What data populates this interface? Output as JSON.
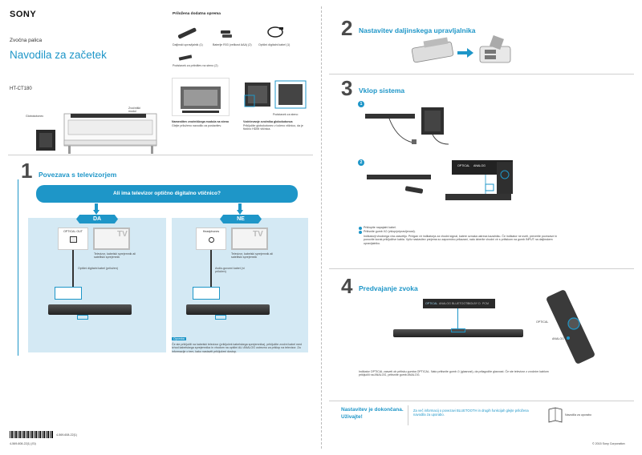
{
  "header": {
    "brand": "SONY",
    "category": "Zvočna palica",
    "title": "Navodila za začetek",
    "model": "HT-CT180"
  },
  "accessories": {
    "heading": "Priložena dodatna oprema",
    "items": [
      {
        "label": "Daljinski upravljalnik (1)",
        "icon": "remote-icon"
      },
      {
        "label": "Baterije R03 (velikost AAA) (2)",
        "icon": "batteries-icon"
      },
      {
        "label": "Optični digitalni kabel (1)",
        "icon": "optical-cable-icon"
      },
      {
        "label": "Podstavek za pritrditev na steno (2)",
        "icon": "wall-bracket-icon"
      }
    ]
  },
  "intro": {
    "subwoofer_label": "Globokotonec",
    "soundbar_label": "Zvočniški modul",
    "tv_text": "Namestitev zvočniškega modula na steno",
    "tv_text2": "Glejte priloženo navodilo za postavitev.",
    "sub_label": "Podstavek za steno",
    "sub_text": "Vzdrževanje zvočnika globokotonca",
    "sub_text2": "Priključite globokotonec v ločeno vtičnico, da je fizično HDMI vtičnica."
  },
  "step1": {
    "number": "1",
    "title": "Povezava s televizorjem",
    "question": "Ali ima televizor optično digitalno vtičnico?",
    "yes": "DA",
    "no": "NE",
    "yes_port": "OPTICAL OUT",
    "yes_tv": "TV",
    "yes_desc": "Televizor, kabelski sprejemnik ali satelitski sprejemnik",
    "yes_cable": "Optični digitalni kabel (priložen)",
    "no_port": "Headphones",
    "no_tv": "TV",
    "no_desc": "Televizor, kabelski sprejemnik ali satelitski sprejemnik",
    "no_cable": "Avdio-govorni kabel (ni priložen)",
    "note_title": "Opomba",
    "note_text": "Če ste priključili na kabelski televizor (priključek kabelskega sprejemnika), priključite zvočni kabel med izhod kabelskega sprejemnika in vhodom na optični ALI ANALOG ustrezno za priklop na televizor. Za informacije o tem, kako nastaviti priključeni dostop."
  },
  "step2": {
    "number": "2",
    "title": "Nastavitev daljinskega upravljalnika"
  },
  "step3": {
    "number": "3",
    "title": "Vklop sistema",
    "marker1": "1",
    "marker2": "2",
    "labels": [
      "OPTICAL",
      "ANALOG"
    ],
    "bullet1": "Priklopite napajalni kabel.",
    "bullet2": "Pritisnite gumb I/⏻ (vklop/pripravljenost).",
    "text": "Indikatorji vhodnega vira zasvetijo. Prižgan vir indikatorja za vhodni signal, katere oznaka ustreza kazalniku. Če indikator ne sveti, preverite povezave in ponovite korak priključitve kabla. Vpliv nastavitev prejema so zaporedno prikazani, nato izberite vhodni vir s pritiskom na gumb INPUT na daljinskem upravljalniku."
  },
  "step4": {
    "number": "4",
    "title": "Predvajanje zvoka",
    "panel_labels": [
      "OPTICAL",
      "ANALOG",
      "BLUETOOTH",
      "DOLBY D",
      "PCM"
    ],
    "remote_optical": "OPTICAL",
    "remote_analog": "ANALOG",
    "text": "Indikator OPTICAL zasveti ob pritisku gumba OPTICAL. Nato pritisnite gumb ⏻ (glasnost), da prilagodite glasnost. Če ste televizor z zvočnim kablom priključili na ANALOG, pritisnite gumb ANALOG."
  },
  "finish": {
    "title": "Nastavitev je dokončana. Uživajte!",
    "text": "Za več informacij o povezavi BLUETOOTH in drugih funkcijah glejte priložena navodila za uporabo.",
    "manual_label": "Navodila za uporabo"
  },
  "footer": {
    "part_number": "4-569-608-22(1)",
    "part_code": "4-569-608-22(1) (SI)",
    "copyright": "© 2015 Sony Corporation"
  },
  "colors": {
    "accent": "#1e96c8",
    "panel": "#d4e9f4"
  }
}
